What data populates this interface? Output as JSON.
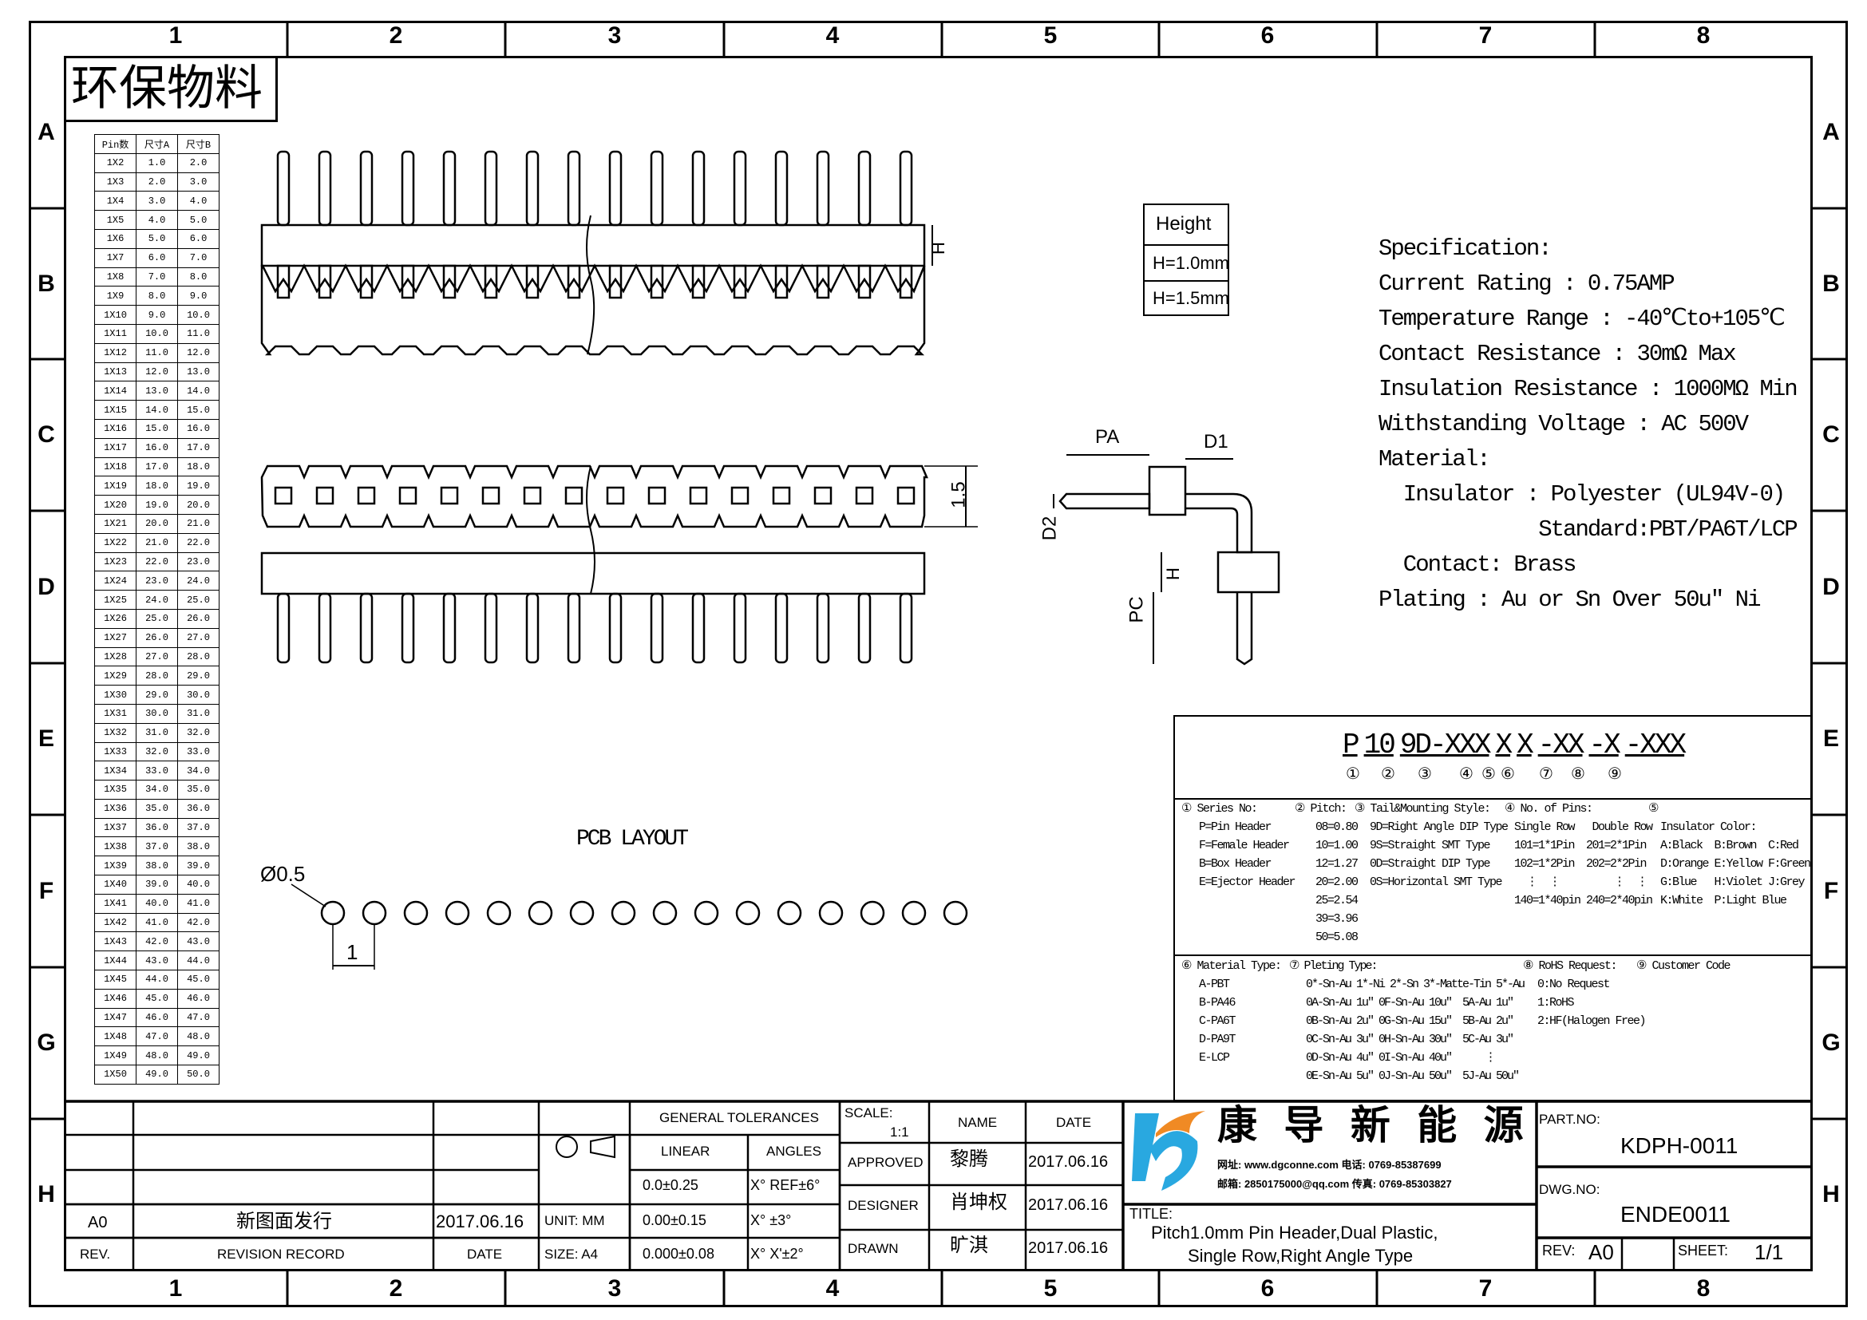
{
  "zones": {
    "columns": [
      "1",
      "2",
      "3",
      "4",
      "5",
      "6",
      "7",
      "8"
    ],
    "rows": [
      "A",
      "B",
      "C",
      "D",
      "E",
      "F",
      "G",
      "H"
    ]
  },
  "stamp": "环保物料",
  "pin_table": {
    "headers": [
      "Pin数",
      "尺寸A",
      "尺寸B"
    ],
    "rows": [
      [
        "1X2",
        "1.0",
        "2.0"
      ],
      [
        "1X3",
        "2.0",
        "3.0"
      ],
      [
        "1X4",
        "3.0",
        "4.0"
      ],
      [
        "1X5",
        "4.0",
        "5.0"
      ],
      [
        "1X6",
        "5.0",
        "6.0"
      ],
      [
        "1X7",
        "6.0",
        "7.0"
      ],
      [
        "1X8",
        "7.0",
        "8.0"
      ],
      [
        "1X9",
        "8.0",
        "9.0"
      ],
      [
        "1X10",
        "9.0",
        "10.0"
      ],
      [
        "1X11",
        "10.0",
        "11.0"
      ],
      [
        "1X12",
        "11.0",
        "12.0"
      ],
      [
        "1X13",
        "12.0",
        "13.0"
      ],
      [
        "1X14",
        "13.0",
        "14.0"
      ],
      [
        "1X15",
        "14.0",
        "15.0"
      ],
      [
        "1X16",
        "15.0",
        "16.0"
      ],
      [
        "1X17",
        "16.0",
        "17.0"
      ],
      [
        "1X18",
        "17.0",
        "18.0"
      ],
      [
        "1X19",
        "18.0",
        "19.0"
      ],
      [
        "1X20",
        "19.0",
        "20.0"
      ],
      [
        "1X21",
        "20.0",
        "21.0"
      ],
      [
        "1X22",
        "21.0",
        "22.0"
      ],
      [
        "1X23",
        "22.0",
        "23.0"
      ],
      [
        "1X24",
        "23.0",
        "24.0"
      ],
      [
        "1X25",
        "24.0",
        "25.0"
      ],
      [
        "1X26",
        "25.0",
        "26.0"
      ],
      [
        "1X27",
        "26.0",
        "27.0"
      ],
      [
        "1X28",
        "27.0",
        "28.0"
      ],
      [
        "1X29",
        "28.0",
        "29.0"
      ],
      [
        "1X30",
        "29.0",
        "30.0"
      ],
      [
        "1X31",
        "30.0",
        "31.0"
      ],
      [
        "1X32",
        "31.0",
        "32.0"
      ],
      [
        "1X33",
        "32.0",
        "33.0"
      ],
      [
        "1X34",
        "33.0",
        "34.0"
      ],
      [
        "1X35",
        "34.0",
        "35.0"
      ],
      [
        "1X36",
        "35.0",
        "36.0"
      ],
      [
        "1X37",
        "36.0",
        "37.0"
      ],
      [
        "1X38",
        "37.0",
        "38.0"
      ],
      [
        "1X39",
        "38.0",
        "39.0"
      ],
      [
        "1X40",
        "39.0",
        "40.0"
      ],
      [
        "1X41",
        "40.0",
        "41.0"
      ],
      [
        "1X42",
        "41.0",
        "42.0"
      ],
      [
        "1X43",
        "42.0",
        "43.0"
      ],
      [
        "1X44",
        "43.0",
        "44.0"
      ],
      [
        "1X45",
        "44.0",
        "45.0"
      ],
      [
        "1X46",
        "45.0",
        "46.0"
      ],
      [
        "1X47",
        "46.0",
        "47.0"
      ],
      [
        "1X48",
        "47.0",
        "48.0"
      ],
      [
        "1X49",
        "48.0",
        "49.0"
      ],
      [
        "1X50",
        "49.0",
        "50.0"
      ]
    ]
  },
  "drawing": {
    "pin_count": 16,
    "dim_H": "H",
    "dim_1_5": "1.5",
    "pcb_label": "PCB LAYOUT",
    "hole_dia": "Ø0.5",
    "pitch": "1",
    "side_PA": "PA",
    "side_D1": "D1",
    "side_D2": "D2",
    "side_H": "H",
    "side_PC": "PC"
  },
  "height_box": {
    "title": "Height",
    "options": [
      "H=1.0mm",
      "H=1.5mm"
    ]
  },
  "spec": {
    "lines": [
      "Specification:",
      "Current Rating : 0.75AMP",
      "Temperature Range : -40℃to+105℃",
      "Contact Resistance : 30mΩ Max",
      "Insulation Resistance : 1000MΩ Min",
      "Withstanding Voltage : AC 500V",
      "Material:",
      "  Insulator : Polyester (UL94V-0)",
      "             Standard:PBT/PA6T/LCP",
      "  Contact: Brass",
      "Plating : Au or Sn Over 50u\" Ni"
    ]
  },
  "part_code": {
    "segments": [
      "P",
      "10",
      "9D-XXX",
      "X",
      "X",
      "-XX",
      "-X",
      "-XXX"
    ],
    "markers": [
      "①",
      "②",
      "③",
      "④",
      "⑤",
      "⑥",
      "⑦",
      "⑧",
      "⑨"
    ],
    "series": {
      "title": "① Series No:",
      "items": [
        "P=Pin Header",
        "F=Female Header",
        "B=Box Header",
        "E=Ejector Header"
      ]
    },
    "pitch": {
      "title": "② Pitch:",
      "items": [
        "08=0.80",
        "10=1.00",
        "12=1.27",
        "20=2.00",
        "25=2.54",
        "39=3.96",
        "50=5.08"
      ]
    },
    "tail": {
      "title": "③ Tail&Mounting Style:",
      "items": [
        "9D=Right Angle DIP Type",
        "9S=Straight SMT Type",
        "0D=Straight DIP Type",
        "0S=Horizontal SMT Type"
      ]
    },
    "pins": {
      "title": "④ No. of Pins:",
      "items": [
        "Single Row   Double Row",
        "101=1*1Pin  201=2*1Pin",
        "102=1*2Pin  202=2*2Pin",
        "  ⋮  ⋮         ⋮  ⋮",
        "140=1*40pin 240=2*40pin"
      ]
    },
    "color": {
      "title": "⑤",
      "items": [
        "Insulator Color:",
        "A:Black  B:Brown  C:Red",
        "D:Orange E:Yellow F:Green",
        "G:Blue   H:Violet J:Grey",
        "K:White  P:Light Blue"
      ]
    },
    "material": {
      "title": "⑥ Material Type:",
      "items": [
        "A-PBT",
        "B-PA46",
        "C-PA6T",
        "D-PA9T",
        "E-LCP"
      ]
    },
    "plating": {
      "title": "⑦ Pleting Type:",
      "items": [
        "0*-Sn-Au 1*-Ni 2*-Sn 3*-Matte-Tin 5*-Au",
        "0A-Sn-Au 1u\" 0F-Sn-Au 10u\"  5A-Au 1u\"",
        "0B-Sn-Au 2u\" 0G-Sn-Au 15u\"  5B-Au 2u\"",
        "0C-Sn-Au 3u\" 0H-Sn-Au 30u\"  5C-Au 3u\"",
        "0D-Sn-Au 4u\" 0I-Sn-Au 40u\"      ⋮",
        "0E-Sn-Au 5u\" 0J-Sn-Au 50u\"  5J-Au 50u\""
      ]
    },
    "rohs": {
      "title": "⑧ RoHS Request:",
      "items": [
        "0:No Request",
        "1:RoHS",
        "2:HF(Halogen Free)"
      ]
    },
    "customer": {
      "title": "⑨ Customer Code"
    }
  },
  "title_block": {
    "rev_value": "A0",
    "rev_record_value": "新图面发行",
    "rev_date_value": "2017.06.16",
    "rev_header": "REV.",
    "record_header": "REVISION RECORD",
    "date_header": "DATE",
    "unit": "UNIT: MM",
    "size": "SIZE: A4",
    "general_tol": "GENERAL TOLERANCES",
    "linear": "LINEAR",
    "angles": "ANGLES",
    "linear_vals": [
      "0.0±0.25",
      "0.00±0.15",
      "0.000±0.08"
    ],
    "angle_vals": [
      "X° REF±6°",
      "X° ±3°",
      "X° X'±2°"
    ],
    "scale": "SCALE:",
    "scale_val": "1:1",
    "name_h": "NAME",
    "date_h": "DATE",
    "approved": "APPROVED",
    "approved_name": "黎腾",
    "approved_date": "2017.06.16",
    "designer": "DESIGNER",
    "designer_name": "肖坤权",
    "designer_date": "2017.06.16",
    "drawn": "DRAWN",
    "drawn_name": "旷淇",
    "drawn_date": "2017.06.16",
    "company": "康 导 新 能 源",
    "contact1": "网址: www.dgconne.com   电话: 0769-85387699",
    "contact2": "邮箱: 2850175000@qq.com 传真: 0769-85303827",
    "title_label": "TITLE:",
    "title_line1": "Pitch1.0mm Pin Header,Dual Plastic,",
    "title_line2": "Single Row,Right Angle Type",
    "part_no_label": "PART.NO:",
    "part_no": "KDPH-0011",
    "dwg_no_label": "DWG.NO:",
    "dwg_no": "ENDE0011",
    "rev_label": "REV:",
    "rev": "A0",
    "sheet_label": "SHEET:",
    "sheet": "1/1",
    "logo_colors": [
      "#29a8e0",
      "#f08a24"
    ]
  }
}
